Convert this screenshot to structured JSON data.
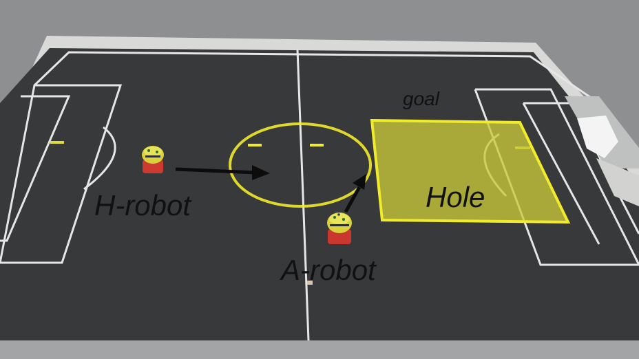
{
  "labels": {
    "goal": "goal",
    "hole": "Hole",
    "h_robot": "H-robot",
    "a_robot": "A-robot"
  },
  "colors": {
    "floor": "#8d8f91",
    "field": "#38393b",
    "field_lines": "#e6e6e6",
    "yellow_tape": "#f2ea2c",
    "hole_fill": "#c9c93a",
    "arrow": "#0c0c0c"
  }
}
